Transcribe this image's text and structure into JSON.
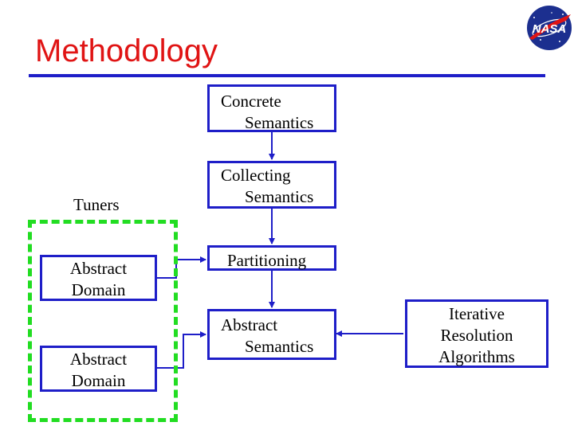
{
  "slide": {
    "title": "Methodology",
    "logo_text": "NASA"
  },
  "diagram": {
    "tuners_label": "Tuners",
    "nodes": {
      "concrete_semantics": {
        "line1": "Concrete",
        "line2": "Semantics"
      },
      "collecting_semantics": {
        "line1": "Collecting",
        "line2": "Semantics"
      },
      "partitioning": {
        "label": "Partitioning"
      },
      "abstract_semantics": {
        "line1": "Abstract",
        "line2": "Semantics"
      },
      "abstract_domain_1": {
        "line1": "Abstract",
        "line2": "Domain"
      },
      "abstract_domain_2": {
        "line1": "Abstract",
        "line2": "Domain"
      },
      "iterative_resolution": {
        "line1": "Iterative",
        "line2": "Resolution",
        "line3": "Algorithms"
      }
    },
    "colors": {
      "title": "#e01414",
      "rule": "#1e1ec8",
      "box_border": "#1e1ec8",
      "tuners_frame": "#22dd22"
    }
  }
}
